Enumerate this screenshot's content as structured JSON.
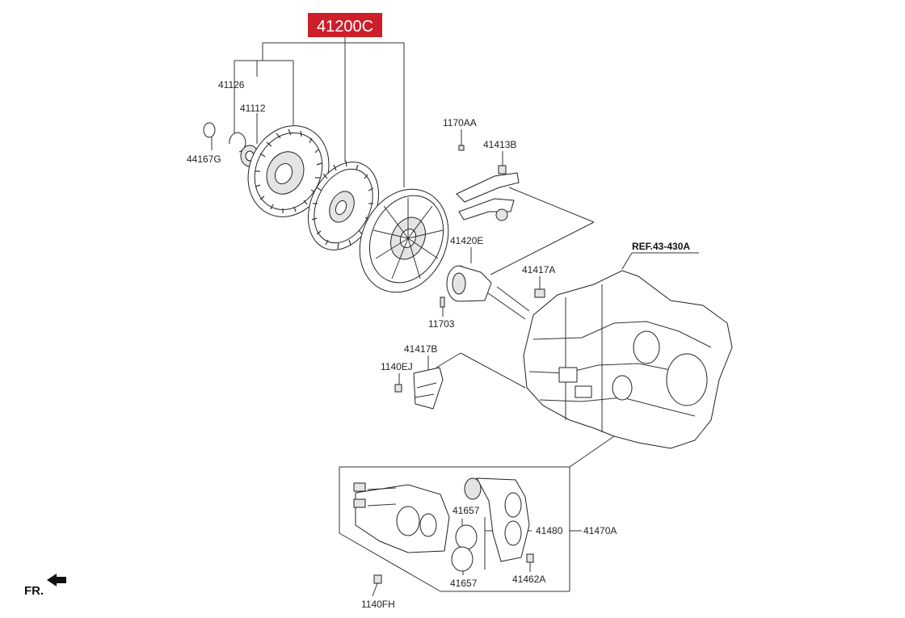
{
  "colors": {
    "assembly_badge": "#cc1f2a",
    "lines": "#333333"
  },
  "assembly": {
    "number": "41200C"
  },
  "parts": {
    "p41126": "41126",
    "p41112": "41112",
    "p44167G": "44167G",
    "p1170AA": "1170AA",
    "p41413B": "41413B",
    "p41420E": "41420E",
    "p41417A": "41417A",
    "p11703": "11703",
    "p41417B": "41417B",
    "p1140EJ": "1140EJ",
    "p41657_top": "41657",
    "p41657_bottom": "41657",
    "p41480": "41480",
    "p41470A": "41470A",
    "p41462A": "41462A",
    "p1140FH": "1140FH"
  },
  "reference": {
    "label": "REF.43-430A"
  },
  "direction": {
    "label": "FR.",
    "icon": "front-arrow-icon"
  }
}
